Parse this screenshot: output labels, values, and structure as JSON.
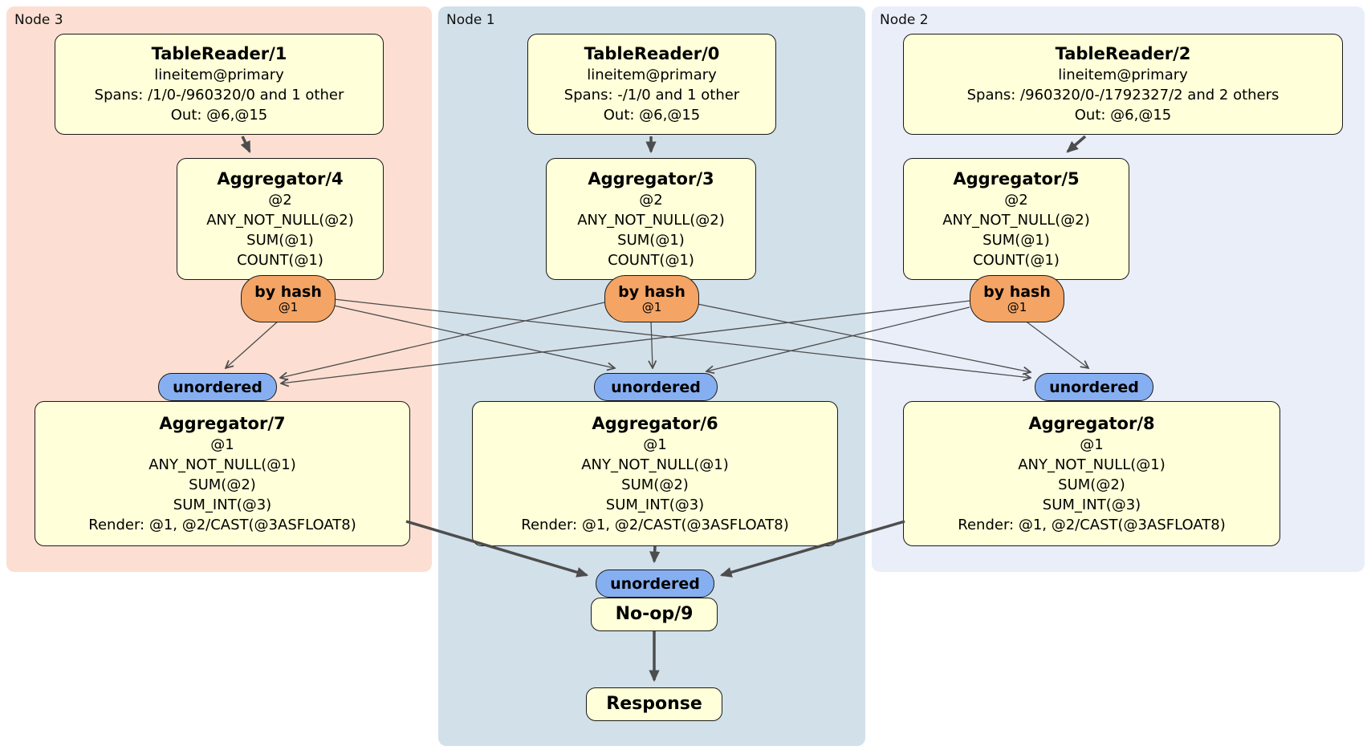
{
  "regions": [
    {
      "id": "node3",
      "label": "Node 3"
    },
    {
      "id": "node1",
      "label": "Node 1"
    },
    {
      "id": "node2",
      "label": "Node 2"
    }
  ],
  "processors": {
    "tablereader1": {
      "title": "TableReader/1",
      "lines": [
        "lineitem@primary",
        "Spans: /1/0-/960320/0 and 1 other",
        "Out: @6,@15"
      ]
    },
    "tablereader0": {
      "title": "TableReader/0",
      "lines": [
        "lineitem@primary",
        "Spans: -/1/0 and 1 other",
        "Out: @6,@15"
      ]
    },
    "tablereader2": {
      "title": "TableReader/2",
      "lines": [
        "lineitem@primary",
        "Spans: /960320/0-/1792327/2 and 2 others",
        "Out: @6,@15"
      ]
    },
    "aggregator4": {
      "title": "Aggregator/4",
      "lines": [
        "@2",
        "ANY_NOT_NULL(@2)",
        "SUM(@1)",
        "COUNT(@1)"
      ]
    },
    "aggregator3": {
      "title": "Aggregator/3",
      "lines": [
        "@2",
        "ANY_NOT_NULL(@2)",
        "SUM(@1)",
        "COUNT(@1)"
      ]
    },
    "aggregator5": {
      "title": "Aggregator/5",
      "lines": [
        "@2",
        "ANY_NOT_NULL(@2)",
        "SUM(@1)",
        "COUNT(@1)"
      ]
    },
    "aggregator7": {
      "title": "Aggregator/7",
      "lines": [
        "@1",
        "ANY_NOT_NULL(@1)",
        "SUM(@2)",
        "SUM_INT(@3)",
        "Render: @1, @2/CAST(@3ASFLOAT8)"
      ]
    },
    "aggregator6": {
      "title": "Aggregator/6",
      "lines": [
        "@1",
        "ANY_NOT_NULL(@1)",
        "SUM(@2)",
        "SUM_INT(@3)",
        "Render: @1, @2/CAST(@3ASFLOAT8)"
      ]
    },
    "aggregator8": {
      "title": "Aggregator/8",
      "lines": [
        "@1",
        "ANY_NOT_NULL(@1)",
        "SUM(@2)",
        "SUM_INT(@3)",
        "Render: @1, @2/CAST(@3ASFLOAT8)"
      ]
    },
    "noop9": {
      "title": "No-op/9"
    },
    "response": {
      "title": "Response"
    }
  },
  "routers": {
    "hash4": {
      "label": "by hash",
      "detail": "@1"
    },
    "hash3": {
      "label": "by hash",
      "detail": "@1"
    },
    "hash5": {
      "label": "by hash",
      "detail": "@1"
    }
  },
  "synchronizers": {
    "unordered7": {
      "label": "unordered"
    },
    "unordered6": {
      "label": "unordered"
    },
    "unordered8": {
      "label": "unordered"
    },
    "unordered_final": {
      "label": "unordered"
    }
  },
  "colors": {
    "node3-bg": "#fcdfd2",
    "node1-bg": "#d2e0ea",
    "node2-bg": "#e9eef9",
    "processor-fill": "#ffffd9",
    "router-fill": "#f4a464",
    "sync-fill": "#86aff2",
    "edge": "#4d4d4d",
    "border": "#1a1a1a"
  }
}
